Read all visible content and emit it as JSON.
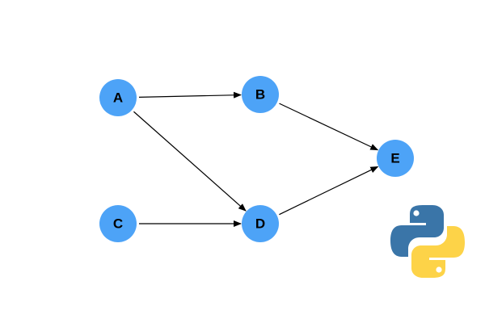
{
  "graph": {
    "nodes": [
      {
        "id": "A",
        "label": "A"
      },
      {
        "id": "B",
        "label": "B"
      },
      {
        "id": "C",
        "label": "C"
      },
      {
        "id": "D",
        "label": "D"
      },
      {
        "id": "E",
        "label": "E"
      }
    ],
    "edges": [
      {
        "from": "A",
        "to": "B"
      },
      {
        "from": "A",
        "to": "D"
      },
      {
        "from": "C",
        "to": "D"
      },
      {
        "from": "B",
        "to": "E"
      },
      {
        "from": "D",
        "to": "E"
      }
    ],
    "directed": true
  },
  "colors": {
    "node_fill": "#4da3f7",
    "edge": "#000000",
    "label": "#000000",
    "logo_blue": "#3a75a8",
    "logo_yellow": "#fdd348"
  },
  "logo": {
    "icon": "python-logo-icon"
  }
}
